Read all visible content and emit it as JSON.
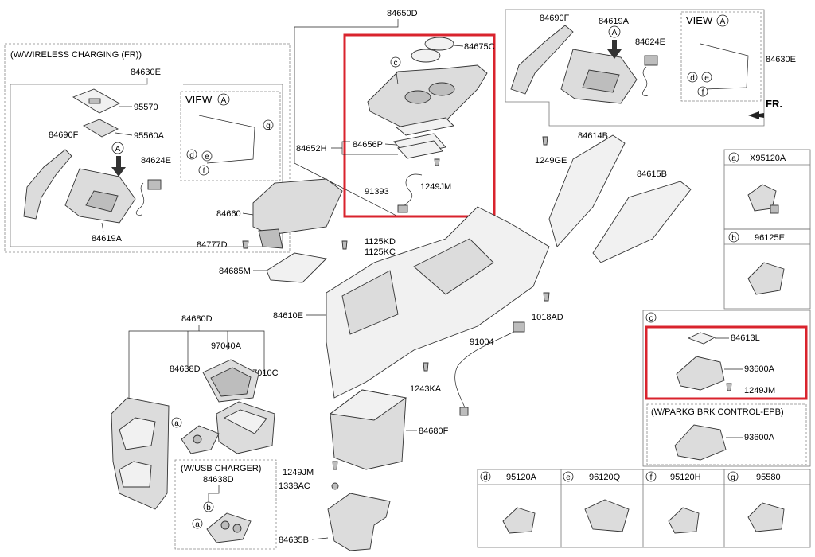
{
  "labels": {
    "p84650D": "84650D",
    "p84675C": "84675C",
    "p84652H": "84652H",
    "p84656P": "84656P",
    "p91393": "91393",
    "p1249JM_top": "1249JM",
    "p84660": "84660",
    "p84777D": "84777D",
    "p84685M": "84685M",
    "p1125KD": "1125KD",
    "p1125KC": "1125KC",
    "p84610E": "84610E",
    "p1018AD": "1018AD",
    "p91004": "91004",
    "p1243KA": "1243KA",
    "p84680F": "84680F",
    "p1249JM_bottom": "1249JM",
    "p1338AC": "1338AC",
    "p84635B": "84635B",
    "p84680D": "84680D",
    "p97040A": "97040A",
    "p84638D": "84638D",
    "p97010C": "97010C",
    "p84638D_usb": "84638D",
    "p84630E_left": "84630E",
    "p95570": "95570",
    "p84690F_left": "84690F",
    "p95560A": "95560A",
    "p84624E_left": "84624E",
    "p84619A_left": "84619A",
    "p84690F_right": "84690F",
    "p84619A_right": "84619A",
    "p84624E_right": "84624E",
    "p84630E_right": "84630E",
    "p1249GE": "1249GE",
    "p84614B": "84614B",
    "p84615B": "84615B",
    "p84613L": "84613L",
    "p93600A": "93600A",
    "p1249JM_c": "1249JM",
    "p93600A_epb": "93600A"
  },
  "captions": {
    "wireless": "(W/WIRELESS CHARGING (FR))",
    "usb": "(W/USB CHARGER)",
    "epb": "(W/PARKG BRK CONTROL-EPB)",
    "view_left": "VIEW",
    "view_right": "VIEW",
    "fr": "FR."
  },
  "markers": {
    "a": "a",
    "b": "b",
    "c": "c",
    "d": "d",
    "e": "e",
    "f": "f",
    "g": "g",
    "A": "A"
  },
  "legend": [
    {
      "key": "a",
      "part": "X95120A"
    },
    {
      "key": "b",
      "part": "96125E"
    },
    {
      "key": "c",
      "part": ""
    },
    {
      "key": "d",
      "part": "95120A"
    },
    {
      "key": "e",
      "part": "96120Q"
    },
    {
      "key": "f",
      "part": "95120H"
    },
    {
      "key": "g",
      "part": "95580"
    }
  ],
  "colors": {
    "highlight": "#d9232d",
    "part_fill": "#dcdcdc",
    "line": "#333333"
  }
}
